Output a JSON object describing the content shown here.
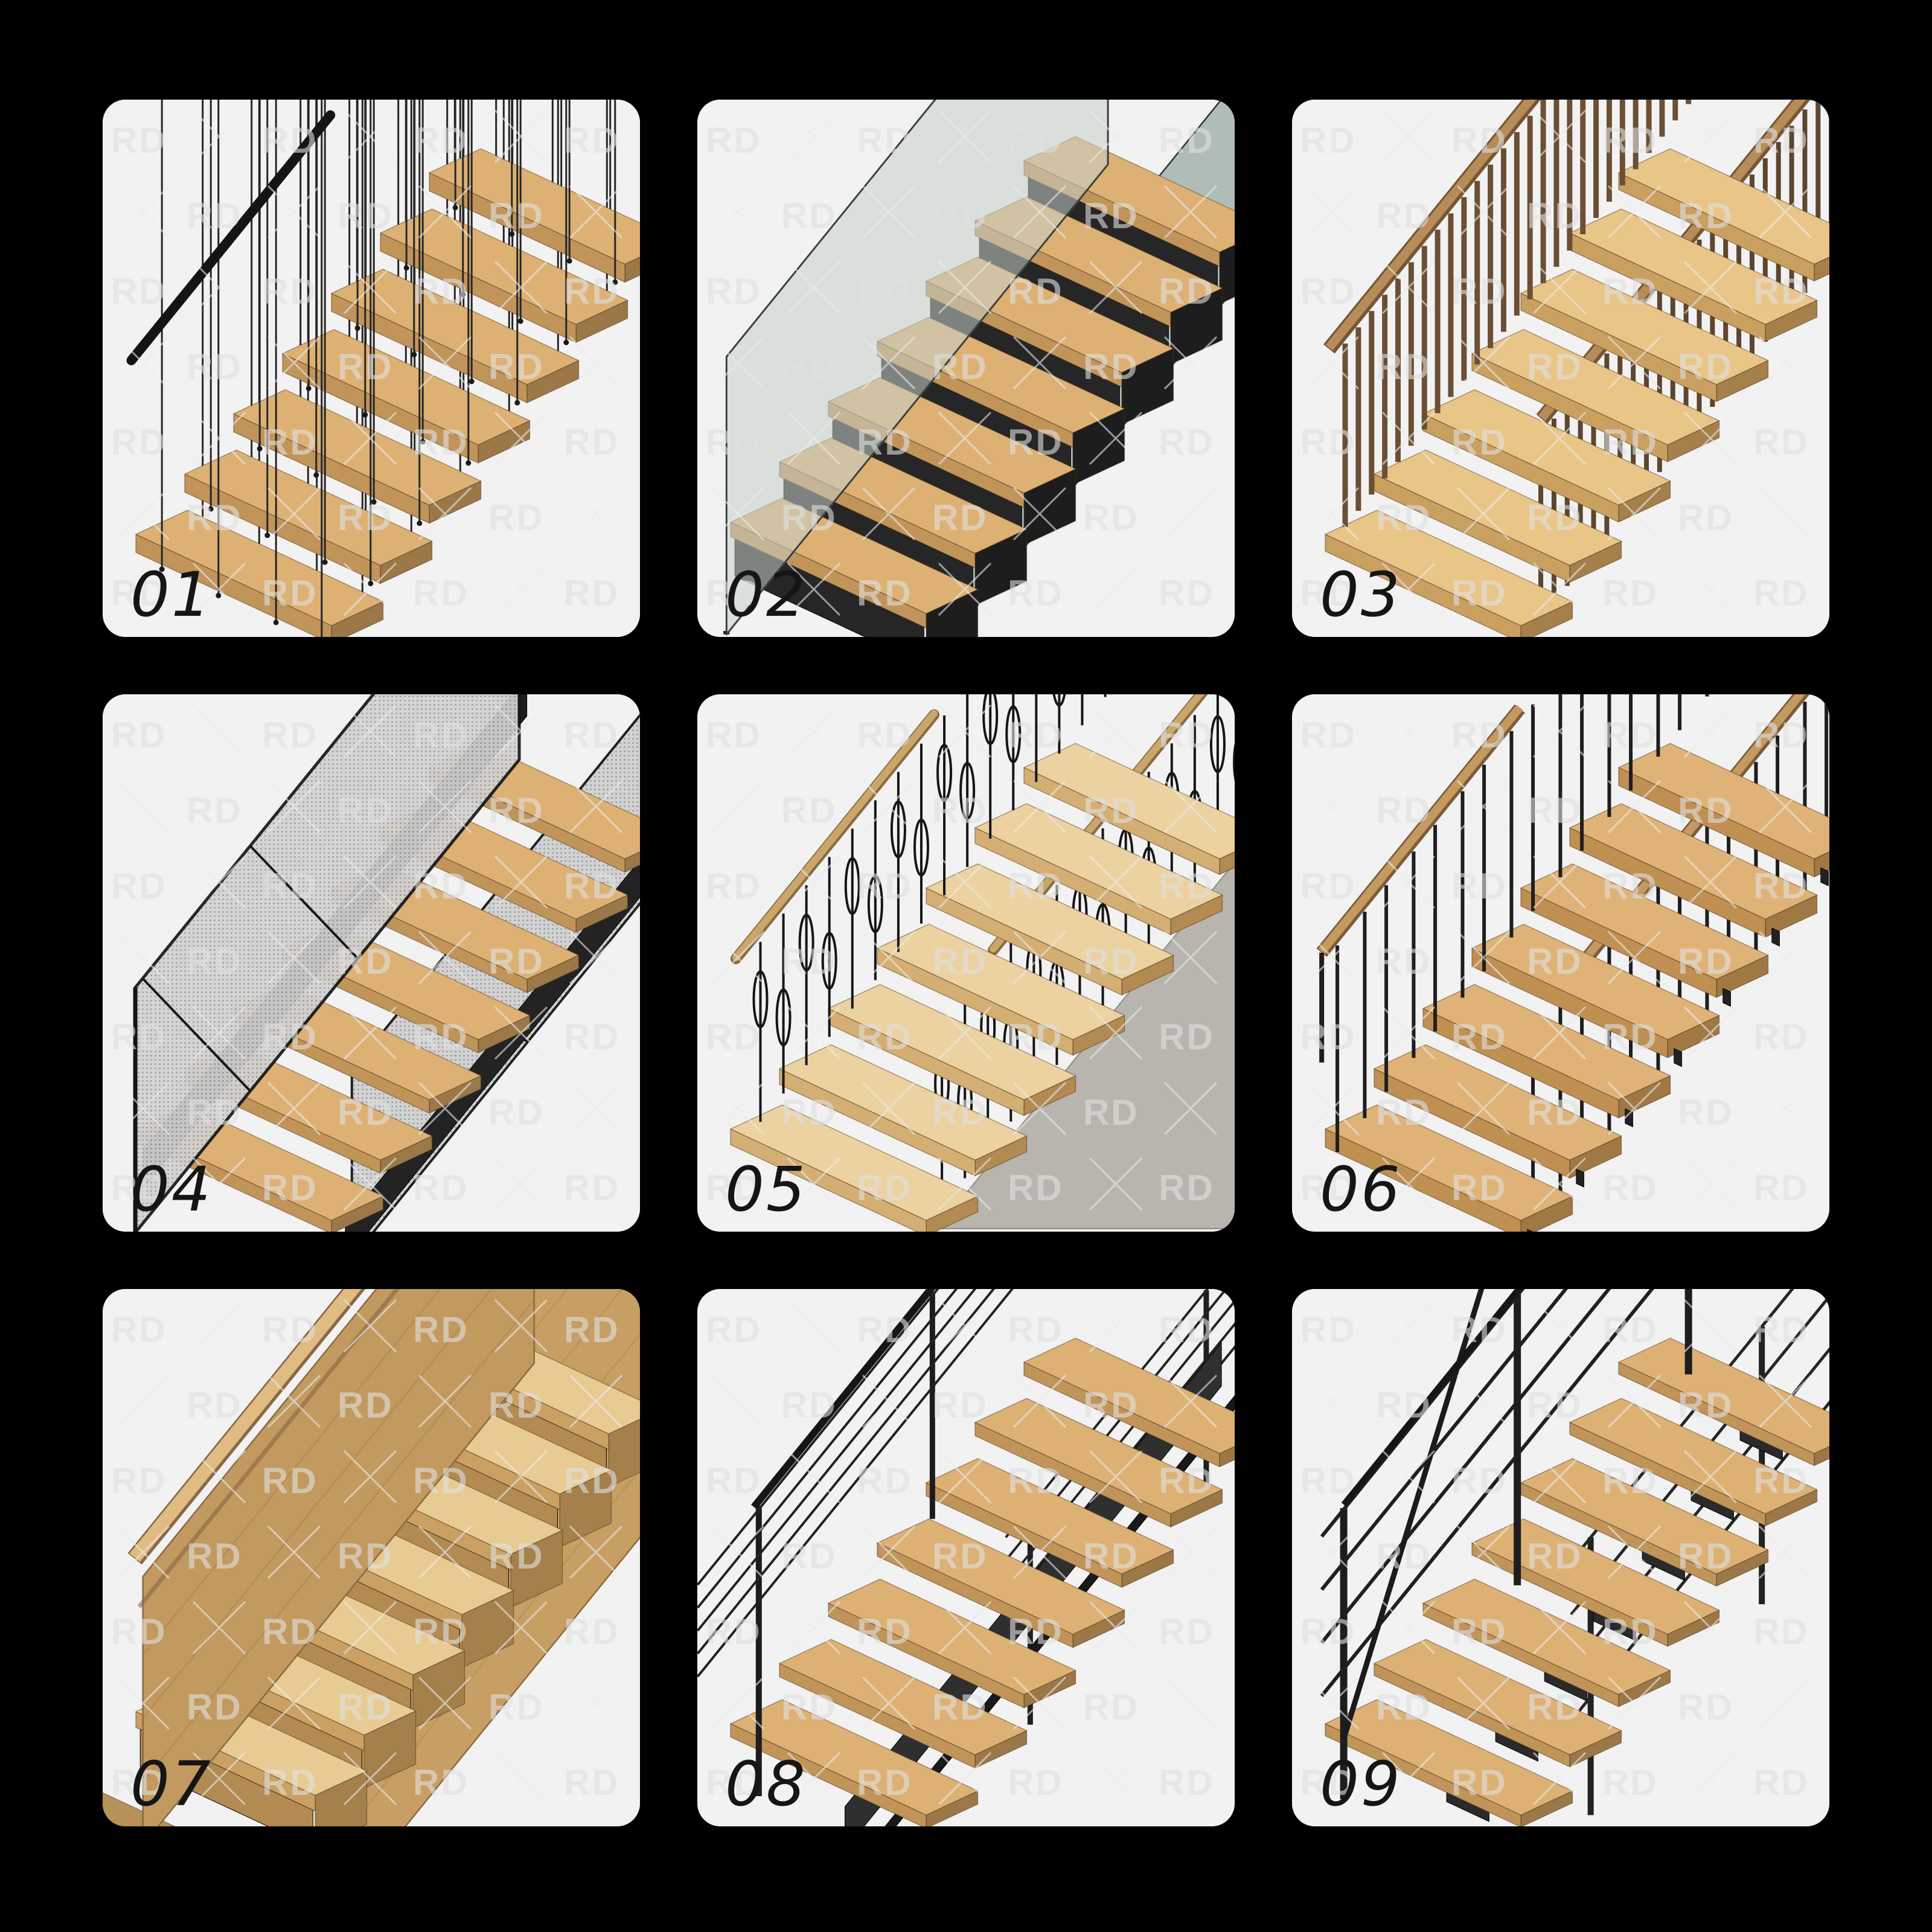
{
  "watermark": {
    "text": "RD"
  },
  "colors": {
    "background": "#000000",
    "card": "#f2f2f2",
    "label": "#151515",
    "watermark_text": "#e0e0e0",
    "watermark_lines": "#ebebeb",
    "wood_top": "#ddb174",
    "wood_front": "#c1945a",
    "wood_side": "#9c7848",
    "wood_dark": "#6b4e33",
    "steel": "#1e1e1e",
    "glass": "#c6d0cb",
    "mesh": "#d2d2d2",
    "concrete": "#b8b5ae"
  },
  "cards": [
    {
      "label": "01",
      "alt": "floating wood treads with suspended steel rod balustrade"
    },
    {
      "label": "02",
      "alt": "steel stair with wood treads and glass balustrade"
    },
    {
      "label": "03",
      "alt": "wood stair with vertical wood slat balustrade"
    },
    {
      "label": "04",
      "alt": "black steel stair with perforated mesh guard panels"
    },
    {
      "label": "05",
      "alt": "wood stair with wrought iron loop balusters on concrete stringer"
    },
    {
      "label": "06",
      "alt": "wood stair with flat bar baluster railing and wood handrail"
    },
    {
      "label": "07",
      "alt": "enclosed solid wood stair with solid side walls"
    },
    {
      "label": "08",
      "alt": "central spine steel stair with horizontal bar railing"
    },
    {
      "label": "09",
      "alt": "steel frame stair with horizontal rail guard"
    }
  ]
}
